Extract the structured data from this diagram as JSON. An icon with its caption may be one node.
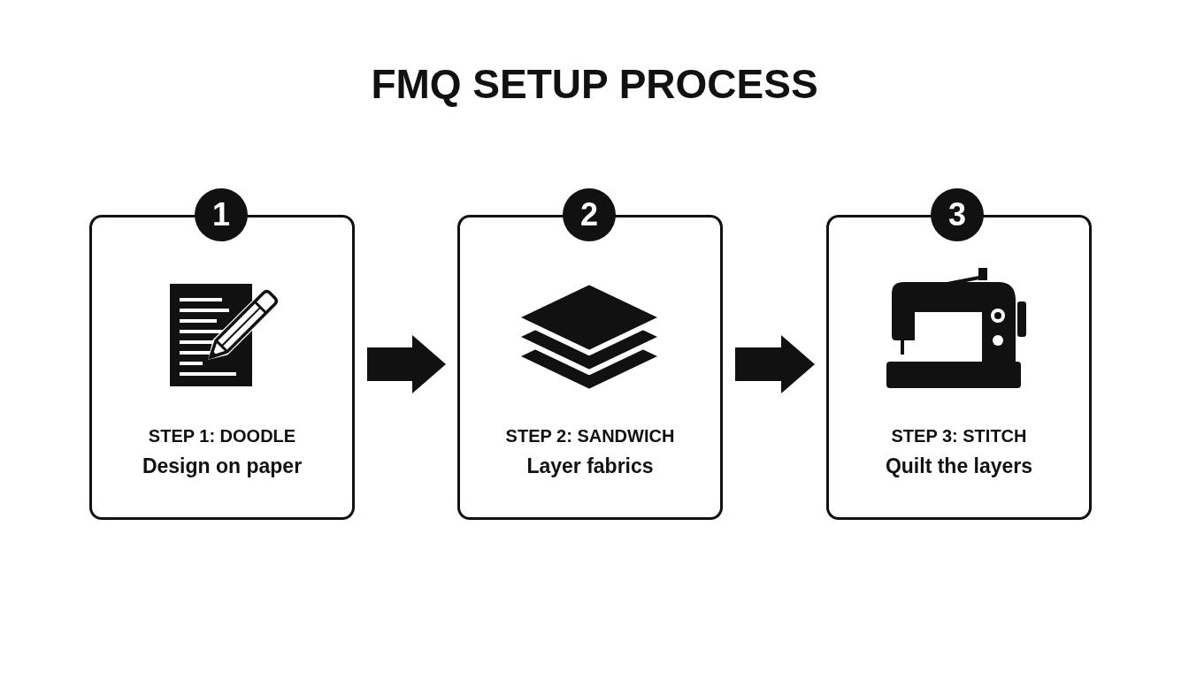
{
  "diagram": {
    "title": "FMQ SETUP PROCESS",
    "nodes": [
      {
        "text": [
          "1"
        ]
      },
      {
        "text": [
          "STEP 1: DOODLE",
          "Design on paper"
        ]
      },
      {
        "text": [
          "2"
        ]
      },
      {
        "text": [
          "STEP 2: SANDWICH",
          "Layer fabrics"
        ]
      },
      {
        "text": [
          "3"
        ]
      },
      {
        "text": [
          "STEP 3: STITCH",
          "Quilt the layers"
        ]
      }
    ],
    "edges": [
      {
        "from": 1,
        "to": 3,
        "arrow": "to"
      },
      {
        "from": 3,
        "to": 5,
        "arrow": "to"
      }
    ]
  }
}
